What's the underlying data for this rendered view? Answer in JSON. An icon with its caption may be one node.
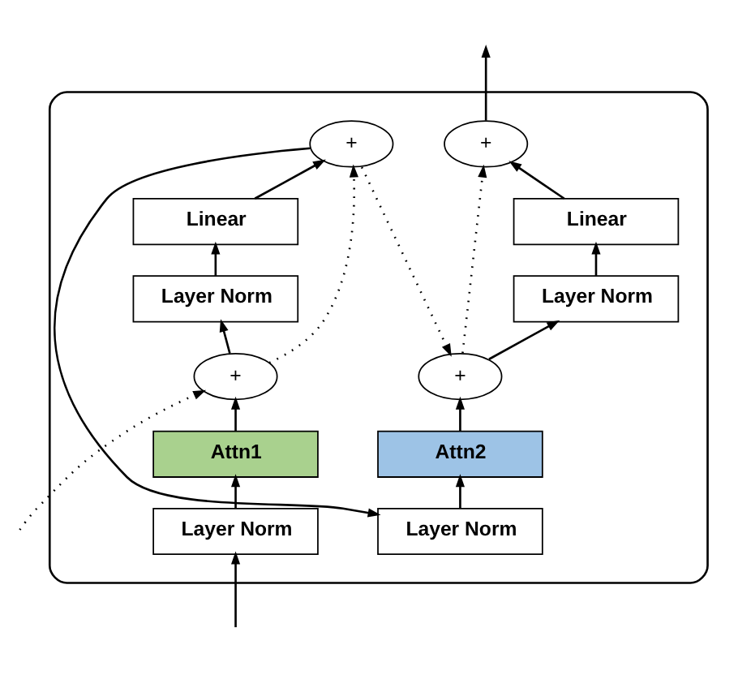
{
  "diagram": {
    "nodes": [
      {
        "text": [],
        "shape": "box"
      },
      {
        "text": [
          "Layer Norm"
        ],
        "in": 0
      },
      {
        "text": [
          "Attn1"
        ],
        "in": 0
      },
      {
        "text": [
          "+"
        ],
        "in": 0
      },
      {
        "text": [
          "Layer Norm"
        ],
        "in": 0
      },
      {
        "text": [
          "Linear"
        ],
        "in": 0
      },
      {
        "text": [
          "+"
        ],
        "in": 0
      },
      {
        "text": [
          "Layer Norm"
        ],
        "in": 0
      },
      {
        "text": [
          "Attn2"
        ],
        "in": 0
      },
      {
        "text": [
          "+"
        ],
        "in": 0
      },
      {
        "text": [
          "Layer Norm"
        ],
        "in": 0
      },
      {
        "text": [
          "Linear"
        ],
        "in": 0
      },
      {
        "text": [
          "+"
        ],
        "in": 0
      }
    ],
    "edges": [
      {
        "from": null,
        "to": 1,
        "arrow": "to"
      },
      {
        "from": null,
        "to": 3,
        "arrow": "to",
        "style": "dashed"
      },
      {
        "from": 1,
        "to": 2,
        "arrow": "to"
      },
      {
        "from": 2,
        "to": 3,
        "arrow": "to"
      },
      {
        "from": 3,
        "to": 4,
        "arrow": "to"
      },
      {
        "from": 3,
        "to": 6,
        "arrow": "to",
        "style": "dashed"
      },
      {
        "from": 4,
        "to": 5,
        "arrow": "to"
      },
      {
        "from": 5,
        "to": 6,
        "arrow": "to"
      },
      {
        "from": 6,
        "to": 7,
        "arrow": "to"
      },
      {
        "from": 6,
        "to": 9,
        "arrow": "to",
        "style": "dashed"
      },
      {
        "from": 7,
        "to": 8,
        "arrow": "to"
      },
      {
        "from": 8,
        "to": 9,
        "arrow": "to"
      },
      {
        "from": 9,
        "to": 10,
        "arrow": "to"
      },
      {
        "from": 9,
        "to": 12,
        "arrow": "to",
        "style": "dashed"
      },
      {
        "from": 10,
        "to": 11,
        "arrow": "to"
      },
      {
        "from": 11,
        "to": 12,
        "arrow": "to"
      },
      {
        "from": 12,
        "to": null,
        "arrow": "to"
      }
    ]
  }
}
